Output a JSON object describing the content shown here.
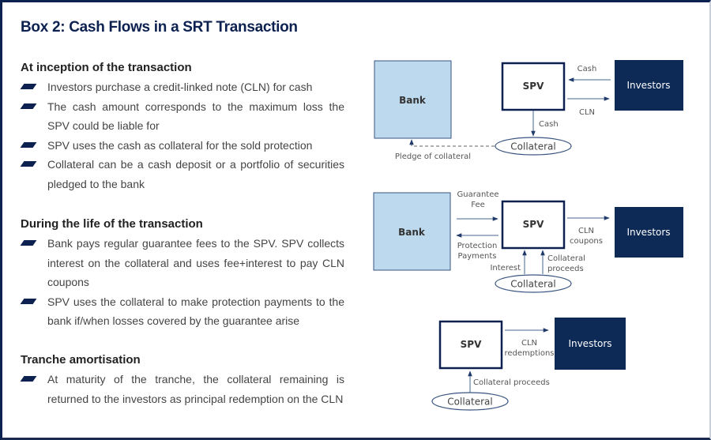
{
  "title": "Box 2: Cash Flows in a SRT Transaction",
  "sections": [
    {
      "heading": "At inception of the transaction",
      "bullets": [
        "Investors purchase a credit-linked note (CLN) for cash",
        "The cash amount corresponds to the maximum loss the SPV could be liable for",
        "SPV uses the cash as collateral for the sold protection",
        "Collateral can be a cash deposit or a portfolio of securities pledged to the bank"
      ]
    },
    {
      "heading": "During the life of the transaction",
      "bullets": [
        "Bank pays regular guarantee fees to the SPV. SPV collects interest on the collateral and uses fee+interest to pay CLN coupons",
        "SPV uses the collateral to make protection payments to the bank if/when losses covered by the guarantee arise"
      ]
    },
    {
      "heading": "Tranche amortisation",
      "bullets": [
        "At maturity of the tranche, the collateral remaining is returned to the investors as principal redemption on the CLN"
      ]
    }
  ],
  "diagrams": {
    "inception": {
      "bank": "Bank",
      "spv": "SPV",
      "investors": "Investors",
      "collateral": "Collateral",
      "cash_in_label": "Cash",
      "cln_label": "CLN",
      "cash_down_label": "Cash",
      "pledge_label": "Pledge of collateral"
    },
    "life": {
      "bank": "Bank",
      "spv": "SPV",
      "investors": "Investors",
      "collateral": "Collateral",
      "fee_label_1": "Guarantee",
      "fee_label_2": "Fee",
      "protection_label_1": "Protection",
      "protection_label_2": "Payments",
      "coupons_label_1": "CLN",
      "coupons_label_2": "coupons",
      "interest_label": "Interest",
      "proceeds_label_1": "Collateral",
      "proceeds_label_2": "proceeds"
    },
    "amortisation": {
      "spv": "SPV",
      "investors": "Investors",
      "collateral": "Collateral",
      "redemptions_label_1": "CLN",
      "redemptions_label_2": "redemptions",
      "proceeds_label": "Collateral proceeds"
    }
  },
  "colors": {
    "navy": "#0d2150",
    "bank_fill": "#bcd9ee",
    "arrow": "#4a6590",
    "label": "#555555"
  }
}
